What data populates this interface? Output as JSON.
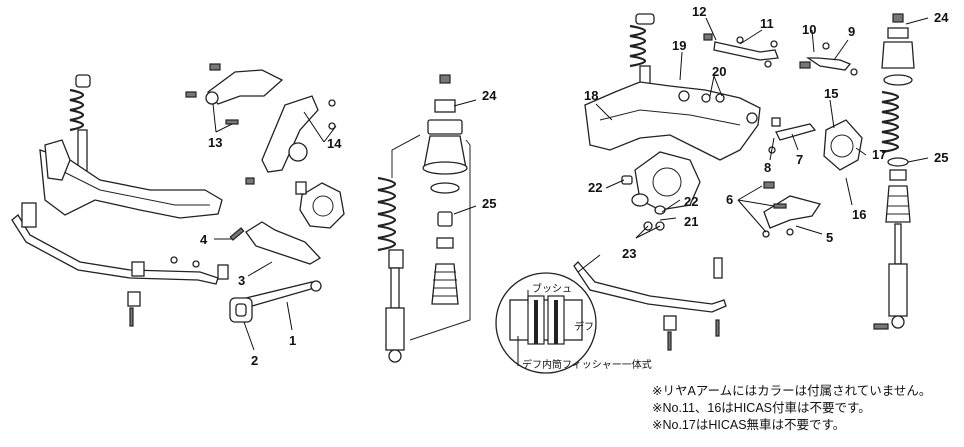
{
  "colors": {
    "line": "#222222",
    "background": "#ffffff"
  },
  "callouts": {
    "c1": "1",
    "c2": "2",
    "c3": "3",
    "c4": "4",
    "c5": "5",
    "c6": "6",
    "c7": "7",
    "c8": "8",
    "c9": "9",
    "c10": "10",
    "c11": "11",
    "c12": "12",
    "c13": "13",
    "c14": "14",
    "c15": "15",
    "c16": "16",
    "c17": "17",
    "c18": "18",
    "c19": "19",
    "c20": "20",
    "c21": "21",
    "c22a": "22",
    "c22b": "22",
    "c23": "23",
    "c24a": "24",
    "c24b": "24",
    "c25a": "25",
    "c25b": "25"
  },
  "inset": {
    "bush_label": "ブッシュ",
    "diff_label": "デフ",
    "caption": "デフ内筒フィッシャー一体式"
  },
  "notes": [
    "※リヤAアームにはカラーは付属されていません。",
    "※No.11、16はHICAS付車は不要です。",
    "※No.17はHICAS無車は不要です。"
  ]
}
